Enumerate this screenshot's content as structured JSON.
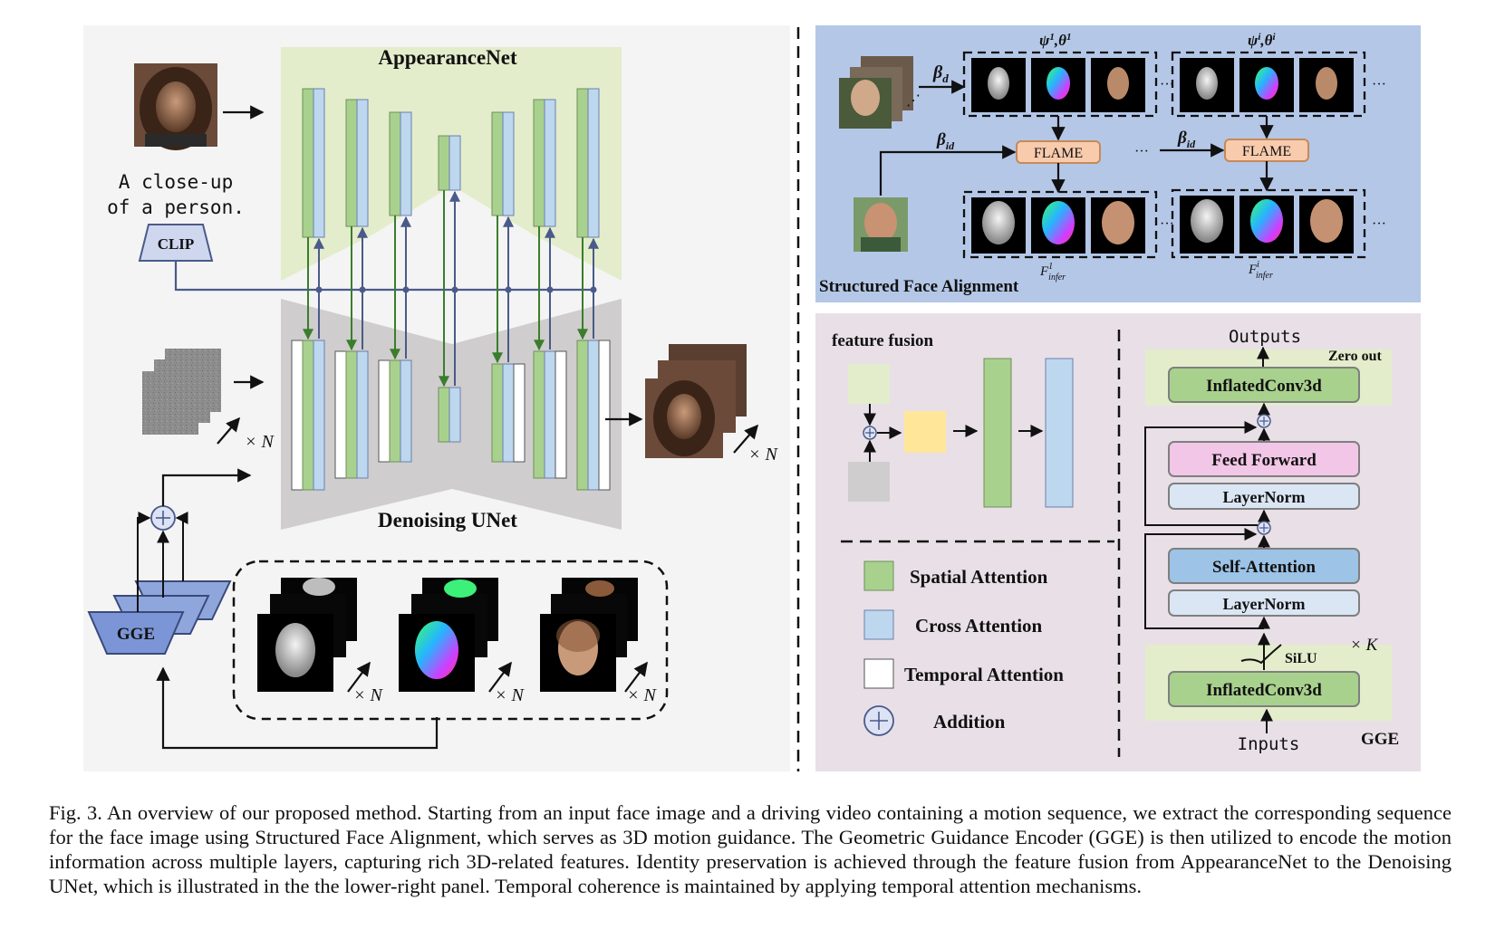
{
  "left_panel": {
    "appearance_net_label": "AppearanceNet",
    "denoising_unet_label": "Denoising UNet",
    "prompt_line1": "A close-up",
    "prompt_line2": "of a person.",
    "clip_label": "CLIP",
    "gge_label": "GGE",
    "times_n": "× N"
  },
  "alignment_panel": {
    "title": "Structured Face Alignment",
    "flame_label": "FLAME",
    "beta_d": "β",
    "beta_d_sub": "d",
    "beta_id": "β",
    "beta_id_sub": "id",
    "psi_theta_1": "ψ",
    "psi_theta_i": "ψ",
    "f_infer": "F",
    "f_infer_sub": "infer",
    "sup_1": "1",
    "sup_i": "i",
    "ellipsis": "···"
  },
  "fusion_panel": {
    "title": "feature fusion",
    "legend": [
      {
        "label": "Spatial Attention",
        "color": "#a9d18e"
      },
      {
        "label": "Cross Attention",
        "color": "#bdd7ee"
      },
      {
        "label": "Temporal Attention",
        "color": "#ffffff"
      },
      {
        "label": "Addition",
        "color": "#dde3f5"
      }
    ]
  },
  "gge_block": {
    "outputs": "Outputs",
    "inputs": "Inputs",
    "zero_out": "Zero out",
    "conv_top": "InflatedConv3d",
    "feed_forward": "Feed Forward",
    "layernorm1": "LayerNorm",
    "self_attention": "Self-Attention",
    "layernorm2": "LayerNorm",
    "silu": "SiLU",
    "times_k": "× K",
    "conv_bottom": "InflatedConv3d",
    "gge_tag": "GGE"
  },
  "caption": "Fig. 3.  An overview of our proposed method. Starting from an input face image and a driving video containing a motion sequence, we extract the corresponding sequence for the face image using Structured Face Alignment, which serves as 3D motion guidance. The Geometric Guidance Encoder (GGE) is then utilized to encode the motion information across multiple layers, capturing rich 3D-related features. Identity preservation is achieved through the feature fusion from AppearanceNet to the Denoising UNet, which is illustrated in the the lower-right panel. Temporal coherence is maintained by applying temporal attention mechanisms."
}
